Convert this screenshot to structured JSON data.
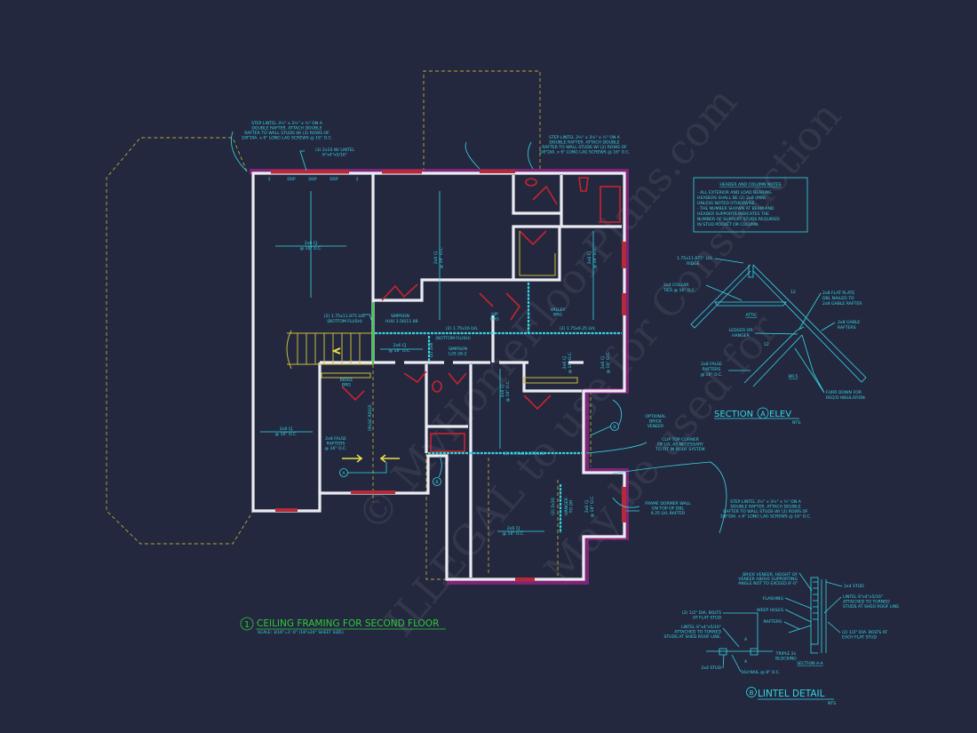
{
  "colors": {
    "background": "#23283f",
    "annotation": "#35d6e2",
    "walls": "#ecebf2",
    "headers": "#c8232f",
    "exterior_wall": "#a3228d",
    "roof_outline": "#b9a935",
    "title": "#2fc83a"
  },
  "watermark": [
    "© MyHomeFloorPlans.com",
    "ILLEGAL to use for Construction",
    "May be used for"
  ],
  "plan": {
    "title_number": "1",
    "title": "CEILING FRAMING FOR SECOND FLOOR",
    "scale": "SCALE: 3/16\"=1'-0\" (18\"x24\" SHEET SIZE)",
    "step_lintel_top_left": [
      "STEP LINTEL 3½\" x 3½\" x ¼\" ON A",
      "DOUBLE RAFTER. ATTACH DOUBLE",
      "RAFTER TO WALL STUDS W/ (2) ROWS OF",
      "3/8\"DIA. x 6\" LONG LAG SCREWS @ 16\" O.C."
    ],
    "step_lintel_top_right": [
      "STEP LINTEL 3½\" x 3½\" x ¼\" ON A",
      "DOUBLE RAFTER. ATTACH DOUBLE",
      "RAFTER TO WALL STUDS W/ (2) ROWS OF",
      "3/8\"DIA. x 6\" LONG LAG SCREWS @ 16\" O.C."
    ],
    "step_lintel_right": [
      "STEP LINTEL 3½\" x 3½\" x ¼\" ON A",
      "DOUBLE RAFTER. ATTACH DOUBLE",
      "RAFTER TO WALL STUDS W/ (2) ROWS OF",
      "3/8\"DIA. x 6\" LONG LAG SCREWS @ 16\" O.C."
    ],
    "lintel_2x10": [
      "(3) 2x10 W/ LINTEL",
      "6\"x4\"x5/16\""
    ],
    "support_marks": [
      "3",
      "DSP",
      "DSP",
      "DSP",
      "3"
    ],
    "cj_2x8": [
      "2x8 CJ",
      "@ 16\" O.C."
    ],
    "cj_2x6": [
      "2x6 CJ",
      "@ 16\" O.C."
    ],
    "lvl_left": [
      "(2) 1.75x11.875 LVL",
      "(BOTTOM FLUSH)"
    ],
    "simpson_huu": [
      "SIMPSON",
      "HUU 3.56/11.88"
    ],
    "lvl_16": "(2) 1.75x16 LVL",
    "bottom_flush": "(BOTTOM FLUSH)",
    "hip_brg": [
      "HIP",
      "BRG"
    ],
    "valley_brg": [
      "VALLEY",
      "BRG"
    ],
    "lvl_925": "(2) 1.75x9.25 LVL",
    "simpson_lus": [
      "SIMPSON",
      "LUS 28-2"
    ],
    "two_2x8": "(2) 2x8",
    "ridge_brg": [
      "RIDGE",
      "BRG"
    ],
    "false_ridge": "FALSE RIDGE",
    "false_rafters": [
      "2x8 FALSE",
      "RAFTERS",
      "@ 16\" O.C."
    ],
    "lvl_lower": "(2) 1.75x11.875 LVL",
    "two_2x10": "(2) 2x10",
    "hanger": [
      "HANGER",
      "TO DR"
    ],
    "callout_a": "A",
    "callout_b": "B",
    "optional_brick": [
      "OPTIONAL",
      "BRICK",
      "VENEER"
    ],
    "clip_corner": [
      "CLIP TOP CORNER",
      "OF LVL AS NECESSARY",
      "TO FIT IN ROOF SYSTEM"
    ],
    "frame_dormer": [
      "FRAME DORMER WALL",
      "ON TOP OF DBL",
      "9.25 LVL RAFTER"
    ]
  },
  "header_notes": {
    "title": "HEADER AND COLUMN NOTES",
    "lines": [
      "- ALL EXTERIOR AND LOAD BEARING",
      "HEADERS SHALL BE (2) 2x8 (MIN)",
      "UNLESS NOTED OTHERWISE.",
      "- THE NUMBER SHOWN AT BEAM AND",
      "HEADER SUPPORTS INDICATES THE",
      "NUMBER OF SUPPORT STUDS REQUIRED",
      "IN STUD POCKET OR COLUMN."
    ]
  },
  "section_a": {
    "title_left": "SECTION",
    "callout": "A",
    "title_right": "ELEV",
    "nts": "NTS.",
    "ridge": [
      "1.75x11.875\" LVL",
      "RIDGE"
    ],
    "collar": [
      "2x4 COLLAR",
      "TIES @ 16\" O.C."
    ],
    "attic": "ATTIC",
    "ledger": [
      "LEDGER OR",
      "HANGER"
    ],
    "false_rafters": [
      "2x8 FALSE",
      "RAFTERS",
      "@ 16\" O.C."
    ],
    "br": "BR.5",
    "flat_plate": [
      "2x8 FLAT PLATE",
      "DBL NAILED TO",
      "2x8 GABLE RAFTER"
    ],
    "gable": [
      "2x8 GABLE",
      "RAFTERS"
    ],
    "furr": [
      "FURR DOWN FOR",
      "REQ'D INSULATION"
    ],
    "pitch": "12"
  },
  "lintel_detail": {
    "callout": "B",
    "title": "LINTEL DETAIL",
    "nts": "NTS",
    "brick": [
      "BRICK VENEER. HEIGHT OF",
      "VENEER ABOVE SUPPORTING",
      "ANGLE NOT TO EXCEED 8'-0\""
    ],
    "flashing": "FLASHING",
    "weep": "WEEP HOLES",
    "rafters": "RAFTERS",
    "triple": [
      "TRIPLE 2x",
      "BLOCKING"
    ],
    "section": "SECTION A-A",
    "stud_right": "2x4 STUD",
    "lintel_right": [
      "LINTEL 6\"x4\"x5/16\"",
      "ATTACHED TO TURNED",
      "STUDS AT SHED ROOF LINE."
    ],
    "bolts_right": [
      "(2) 1/2\" DIA. BOLTS AT",
      "EACH FLAT STUD"
    ],
    "bolts_left": [
      "(2) 1/2\" DIA. BOLTS",
      "AT FLAT STUD"
    ],
    "lintel_left": [
      "LINTEL 6\"x4\"x5/16\"",
      "ATTACHED TO TURNED",
      "STUDS AT SHED ROOF LINE."
    ],
    "stud_left": "2x4 STUD",
    "nail": "16d NAIL @ 8\" O.C.",
    "section_mark": "A"
  }
}
